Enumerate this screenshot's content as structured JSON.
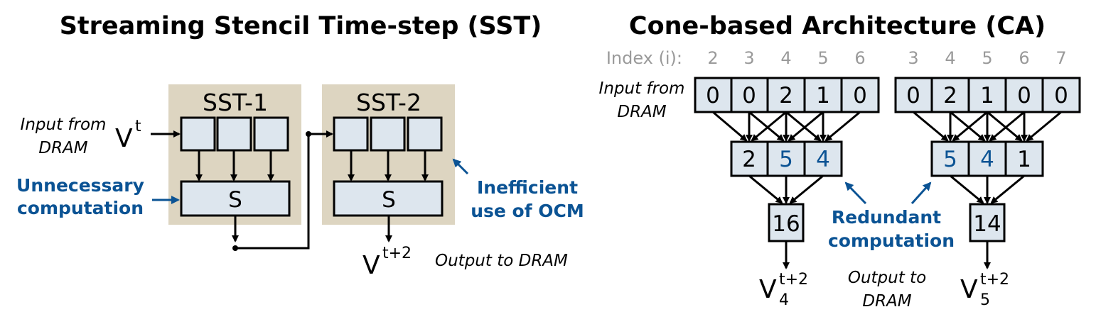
{
  "sst": {
    "title": "Streaming Stencil Time-step (SST)",
    "block1_label": "SST-1",
    "block2_label": "SST-2",
    "stencil1": "S",
    "stencil2": "S",
    "input_line1": "Input from",
    "input_line2": "DRAM",
    "input_var": "V",
    "input_sup": "t",
    "output_var": "V",
    "output_sup": "t+2",
    "output_label": "Output to DRAM",
    "note_unnecessary_1": "Unnecessary",
    "note_unnecessary_2": "computation",
    "note_ocm_1": "Inefficient",
    "note_ocm_2": "use of OCM"
  },
  "ca": {
    "title": "Cone-based Architecture (CA)",
    "index_label": "Index (i):",
    "left_indices": [
      "2",
      "3",
      "4",
      "5",
      "6"
    ],
    "right_indices": [
      "3",
      "4",
      "5",
      "6",
      "7"
    ],
    "input_line1": "Input from",
    "input_line2": "DRAM",
    "left_inputs": [
      "0",
      "0",
      "2",
      "1",
      "0"
    ],
    "right_inputs": [
      "0",
      "2",
      "1",
      "0",
      "0"
    ],
    "left_mid": [
      "2",
      "5",
      "4"
    ],
    "right_mid": [
      "5",
      "4",
      "1"
    ],
    "left_out": "16",
    "right_out": "14",
    "left_var": "V",
    "left_sup": "t+2",
    "left_sub": "4",
    "right_var": "V",
    "right_sup": "t+2",
    "right_sub": "5",
    "redundant_1": "Redundant",
    "redundant_2": "computation",
    "output_line1": "Output to",
    "output_line2": "DRAM"
  },
  "colors": {
    "panel": "#ddd5c1",
    "cell": "#dde6ee",
    "accent_blue": "#0b5394",
    "index_gray": "#9a9a9a"
  }
}
